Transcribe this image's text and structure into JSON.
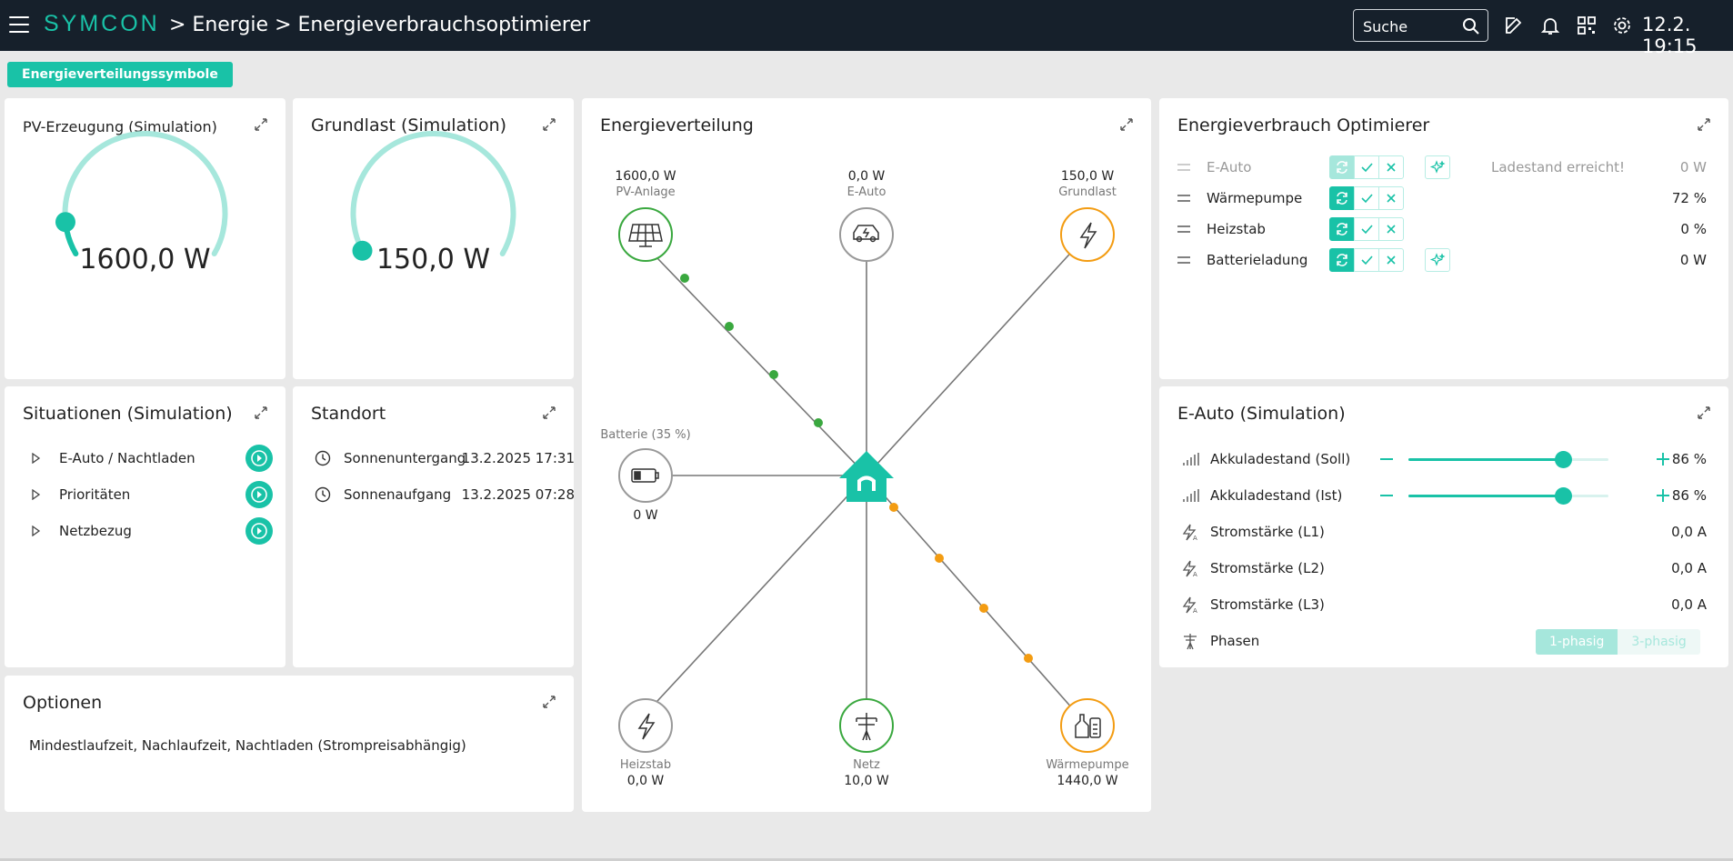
{
  "header": {
    "logo": "SYMCON",
    "breadcrumb": "> Energie > Energieverbrauchsoptimierer",
    "search_placeholder": "Suche",
    "datetime": "12.2. 19:15"
  },
  "chip_label": "Energieverteilungssymbole",
  "pv_card": {
    "title": "PV-Erzeugung (Simulation)",
    "value": "1600,0 W",
    "level": 0.1
  },
  "grundlast_card": {
    "title": "Grundlast (Simulation)",
    "value": "150,0 W",
    "level": 0.01
  },
  "situationen": {
    "title": "Situationen (Simulation)",
    "items": [
      "E-Auto / Nachtladen",
      "Prioritäten",
      "Netzbezug"
    ]
  },
  "standort": {
    "title": "Standort",
    "rows": [
      {
        "label": "Sonnenuntergang",
        "value": "13.2.2025 17:31"
      },
      {
        "label": "Sonnenaufgang",
        "value": "13.2.2025 07:28"
      }
    ]
  },
  "optionen": {
    "title": "Optionen",
    "text": "Mindestlaufzeit, Nachlaufzeit, Nachtladen (Strompreisabhängig)"
  },
  "energieverteilung": {
    "title": "Energieverteilung",
    "nodes": {
      "pv": {
        "label": "PV-Anlage",
        "value": "1600,0 W",
        "color": "#3aa83f"
      },
      "eauto": {
        "label": "E-Auto",
        "value": "0,0 W",
        "color": "#999999"
      },
      "grundlast": {
        "label": "Grundlast",
        "value": "150,0 W",
        "color": "#f39c12"
      },
      "batterie": {
        "label": "Batterie (35 %)",
        "value": "0 W",
        "color": "#999999"
      },
      "heizstab": {
        "label": "Heizstab",
        "value": "0,0 W",
        "color": "#999999"
      },
      "netz": {
        "label": "Netz",
        "value": "10,0 W",
        "color": "#3aa83f"
      },
      "waermepumpe": {
        "label": "Wärmepumpe",
        "value": "1440,0 W",
        "color": "#f39c12"
      }
    }
  },
  "optimierer": {
    "title": "Energieverbrauch Optimierer",
    "rows": [
      {
        "label": "E-Auto",
        "status": "Ladestand erreicht!",
        "value": "0 W",
        "dim": true,
        "magic": true
      },
      {
        "label": "Wärmepumpe",
        "status": "",
        "value": "72 %",
        "dim": false,
        "magic": false
      },
      {
        "label": "Heizstab",
        "status": "",
        "value": "0 %",
        "dim": false,
        "magic": false
      },
      {
        "label": "Batterieladung",
        "status": "",
        "value": "0 W",
        "dim": false,
        "magic": true
      }
    ]
  },
  "eauto": {
    "title": "E-Auto (Simulation)",
    "soll": {
      "label": "Akkuladestand (Soll)",
      "value": "86 %",
      "level": 0.86
    },
    "ist": {
      "label": "Akkuladestand (Ist)",
      "value": "86 %",
      "level": 0.86
    },
    "l1": {
      "label": "Stromstärke (L1)",
      "value": "0,0 A"
    },
    "l2": {
      "label": "Stromstärke (L2)",
      "value": "0,0 A"
    },
    "l3": {
      "label": "Stromstärke (L3)",
      "value": "0,0 A"
    },
    "phasen": {
      "label": "Phasen",
      "options": [
        "1-phasig",
        "3-phasig"
      ]
    }
  },
  "colors": {
    "accent": "#19c2a7",
    "green": "#3aa83f",
    "orange": "#f39c12",
    "header": "#16202b"
  }
}
